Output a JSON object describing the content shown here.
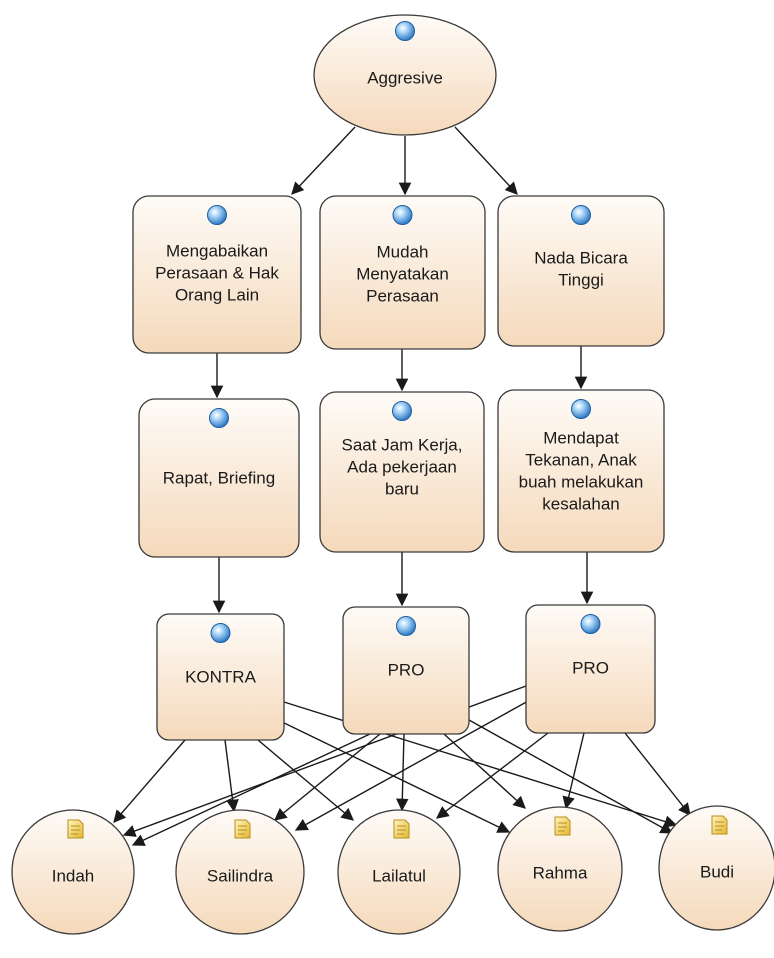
{
  "diagram": {
    "root": {
      "label": "Aggresive"
    },
    "level1": [
      {
        "label": [
          "Mengabaikan",
          "Perasaan & Hak",
          "Orang Lain"
        ]
      },
      {
        "label": [
          "Mudah",
          "Menyatakan",
          "Perasaan"
        ]
      },
      {
        "label": [
          "Nada Bicara",
          "Tinggi"
        ]
      }
    ],
    "level2": [
      {
        "label": [
          "Rapat, Briefing"
        ]
      },
      {
        "label": [
          "Saat Jam Kerja,",
          "Ada pekerjaan",
          "baru"
        ]
      },
      {
        "label": [
          "Mendapat",
          "Tekanan, Anak",
          "buah melakukan",
          "kesalahan"
        ]
      }
    ],
    "level3": [
      {
        "label": "KONTRA"
      },
      {
        "label": "PRO"
      },
      {
        "label": "PRO"
      }
    ],
    "people": [
      "Indah",
      "Sailindra",
      "Lailatul",
      "Rahma",
      "Budi"
    ],
    "colors": {
      "node_fill_top": "#fefbf7",
      "node_fill_bottom": "#f6dcc0",
      "node_border": "#3a3a3a",
      "edge": "#1a1a1a",
      "bullet_blue": "#3c8fd8",
      "note_icon": "#e8c53a"
    },
    "icons": {
      "process_node": "blue-bullet-icon",
      "person_node": "note-icon"
    }
  }
}
